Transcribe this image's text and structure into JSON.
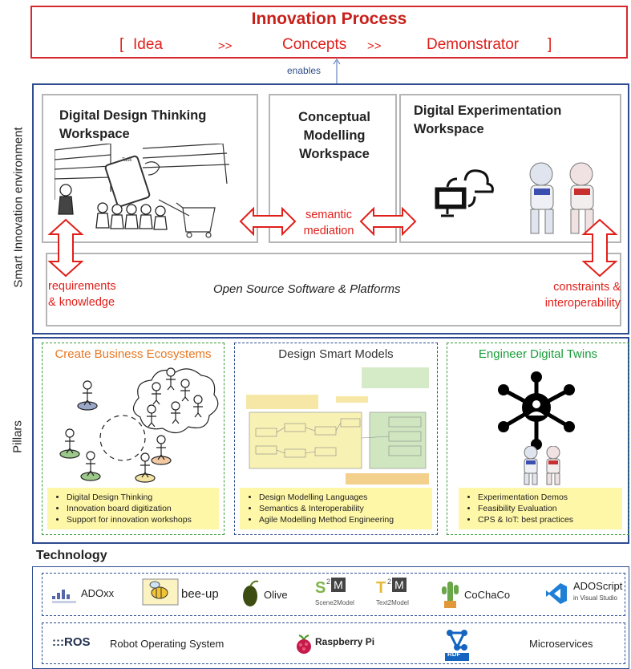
{
  "innovation": {
    "title": "Innovation Process",
    "open_bracket": "[",
    "step1": "Idea",
    "sep1": ">>",
    "step2": "Concepts",
    "sep2": ">>",
    "step3": "Demonstrator",
    "close_bracket": "]",
    "enables": "enables"
  },
  "environment": {
    "side_label": "Smart Innovation environment",
    "design_thinking_title_1": "Digital Design Thinking",
    "design_thinking_title_2": "Workspace",
    "conceptual_title_1": "Conceptual",
    "conceptual_title_2": "Modelling",
    "conceptual_title_3": "Workspace",
    "experimentation_title_1": "Digital Experimentation",
    "experimentation_title_2": "Workspace",
    "semantic_1": "semantic",
    "semantic_2": "mediation",
    "requirements_1": "requirements",
    "requirements_2": "& knowledge",
    "constraints_1": "constraints &",
    "constraints_2": "interoperability",
    "platforms": "Open Source Software & Platforms",
    "sketch_task": "Task"
  },
  "pillars": {
    "side_label": "Pillars",
    "items": [
      {
        "title": "Create Business Ecosystems",
        "color": "#e87722",
        "bullets": [
          "Digital Design Thinking",
          "Innovation board digitization",
          "Support for innovation workshops"
        ]
      },
      {
        "title": "Design Smart Models",
        "color": "#333333",
        "bullets": [
          "Design Modelling Languages",
          "Semantics & Interoperability",
          "Agile Modelling Method Engineering"
        ]
      },
      {
        "title": "Engineer Digital Twins",
        "color": "#1a9e3a",
        "bullets": [
          "Experimentation Demos",
          "Feasibility Evaluation",
          "CPS & IoT: best practices"
        ]
      }
    ]
  },
  "technology": {
    "title": "Technology",
    "adoxx": "ADOxx",
    "beeup": "bee-up",
    "olive": "Olive",
    "scene2model": "Scene2Model",
    "text2model": "Text2Model",
    "cochaco": "CoChaCo",
    "adoscript": "ADOScript",
    "adoscript_sub": "in Visual Studio",
    "ros_prefix": ":::ROS",
    "ros": "Robot Operating System",
    "raspberry": "Raspberry Pi",
    "rdf": "RDF",
    "microservices": "Microservices",
    "s2m_letter": "S",
    "s2m_m": "M",
    "t2m_letter": "T",
    "t2m_m": "M",
    "two": "2"
  },
  "colors": {
    "red": "#e0201b",
    "blue_frame": "#2e4b8f",
    "yellow": "#fff7a8"
  }
}
